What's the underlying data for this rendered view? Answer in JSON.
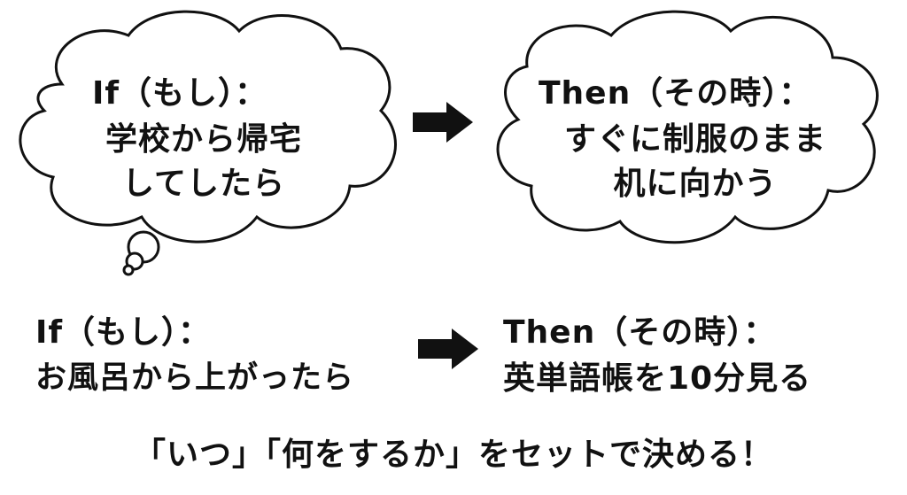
{
  "colors": {
    "ink": "#111111",
    "background": "#ffffff"
  },
  "top_pair": {
    "if_cloud": {
      "line1": "If（もし）：",
      "line2": "学校から帰宅",
      "line3": "してしたら"
    },
    "then_cloud": {
      "line1": "Then（その時）：",
      "line2": "すぐに制服のまま",
      "line3": "机に向かう"
    }
  },
  "bottom_pair": {
    "if_text": {
      "line1": "If（もし）：",
      "line2": "お風呂から上がったら"
    },
    "then_text": {
      "line1": "Then（その時）：",
      "line2": "英単語帳を10分見る"
    }
  },
  "footer": {
    "text": "「いつ」「何をするか」をセットで決める！"
  },
  "icons": [
    "thought-cloud",
    "right-arrow"
  ]
}
